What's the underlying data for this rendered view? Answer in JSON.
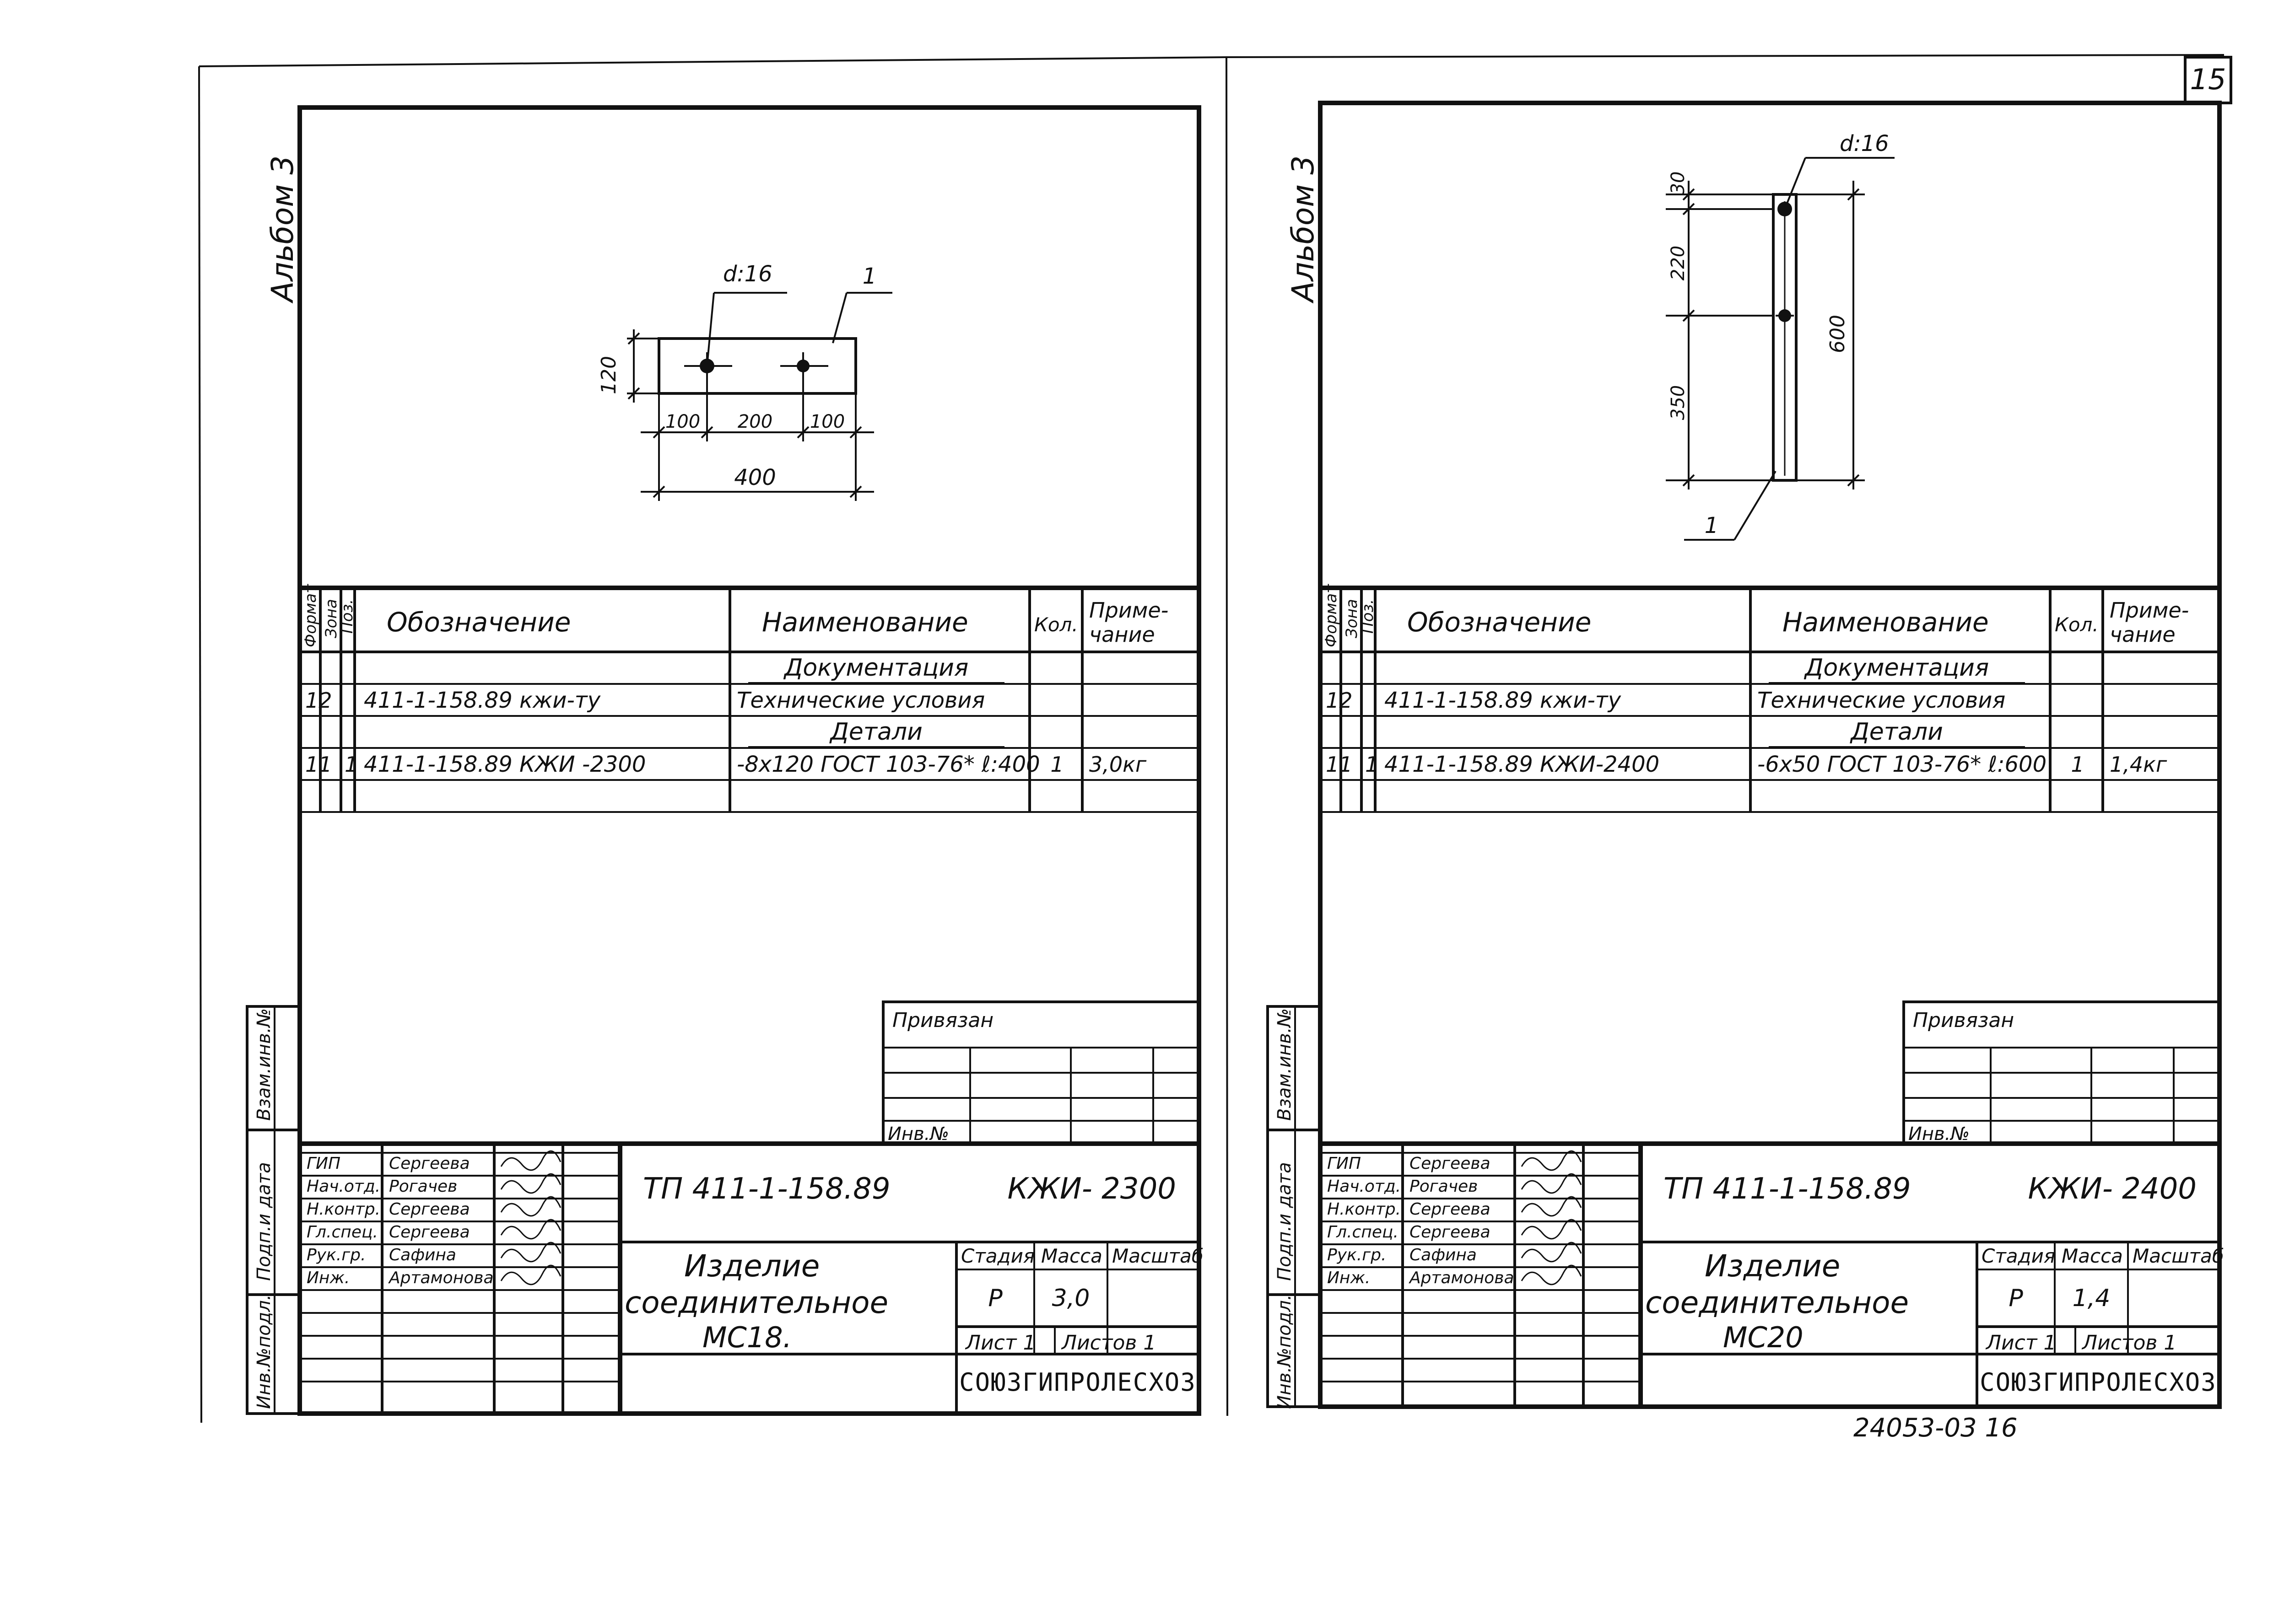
{
  "page_number": "15",
  "footer_code": "24053-03 16",
  "sheets": [
    {
      "id": "left",
      "album": "Альбом 3",
      "drawing": {
        "diameter": "d:16",
        "position_mark": "1",
        "dims": {
          "height": "120",
          "left": "100",
          "middle": "200",
          "right": "100",
          "total": "400"
        }
      },
      "spec": {
        "headers": {
          "format": "Формат",
          "zone": "Зона",
          "pos": "Поз.",
          "designation": "Обозначение",
          "name": "Наименование",
          "qty": "Кол.",
          "note": "Приме-\nчание"
        },
        "rows": [
          {
            "format": "",
            "pos": "",
            "designation": "",
            "name": "Документация",
            "qty": "",
            "note": "",
            "heading": true
          },
          {
            "format": "12",
            "pos": "",
            "designation": "411-1-158.89   кжи-ту",
            "name": "Технические условия",
            "qty": "",
            "note": ""
          },
          {
            "format": "",
            "pos": "",
            "designation": "",
            "name": "Детали",
            "qty": "",
            "note": "",
            "heading": true
          },
          {
            "format": "11",
            "pos": "1",
            "designation": "411-1-158.89  КЖИ -2300",
            "name": "-8х120 ГОСТ 103-76* ℓ:400",
            "qty": "1",
            "note": "3,0кг"
          },
          {
            "format": "",
            "pos": "",
            "designation": "",
            "name": "",
            "qty": "",
            "note": ""
          }
        ]
      },
      "binding": {
        "title": "Привязан",
        "inv": "Инв.№"
      },
      "side_labels": [
        "Взам.инв.№",
        "Подп.и дата",
        "Инв.№подл."
      ],
      "signatures": [
        {
          "role": "ГИП",
          "name": "Сергеева"
        },
        {
          "role": "Нач.отд.",
          "name": "Рогачев"
        },
        {
          "role": "Н.контр.",
          "name": "Сергеева"
        },
        {
          "role": "Гл.спец.",
          "name": "Сергеева"
        },
        {
          "role": "Рук.гр.",
          "name": "Сафина"
        },
        {
          "role": "Инж.",
          "name": "Артамонова"
        }
      ],
      "title_block": {
        "project": "ТП 411-1-158.89",
        "code": "КЖИ- 2300",
        "title_lines": [
          "Изделие",
          "соединительное",
          "МС18."
        ],
        "stage_label": "Стадия",
        "mass_label": "Масса",
        "scale_label": "Масштаб",
        "stage": "Р",
        "mass": "3,0",
        "scale": "",
        "sheet": "Лист 1",
        "sheets": "Листов 1",
        "org": "СОЮЗГИПРОЛЕСХОЗ"
      }
    },
    {
      "id": "right",
      "album": "Альбом 3",
      "drawing": {
        "diameter": "d:16",
        "position_mark": "1",
        "dims": {
          "top": "30",
          "middle": "220",
          "bottom": "350",
          "total": "600"
        }
      },
      "spec": {
        "headers": {
          "format": "Формат",
          "zone": "Зона",
          "pos": "Поз.",
          "designation": "Обозначение",
          "name": "Наименование",
          "qty": "Кол.",
          "note": "Приме-\nчание"
        },
        "rows": [
          {
            "format": "",
            "pos": "",
            "designation": "",
            "name": "Документация",
            "qty": "",
            "note": "",
            "heading": true
          },
          {
            "format": "12",
            "pos": "",
            "designation": "411-1-158.89     кжи-ту",
            "name": "Технические условия",
            "qty": "",
            "note": ""
          },
          {
            "format": "",
            "pos": "",
            "designation": "",
            "name": "Детали",
            "qty": "",
            "note": "",
            "heading": true
          },
          {
            "format": "11",
            "pos": "1",
            "designation": "411-1-158.89  КЖИ-2400",
            "name": "-6х50 ГОСТ 103-76* ℓ:600",
            "qty": "1",
            "note": "1,4кг"
          },
          {
            "format": "",
            "pos": "",
            "designation": "",
            "name": "",
            "qty": "",
            "note": ""
          }
        ]
      },
      "binding": {
        "title": "Привязан",
        "inv": "Инв.№"
      },
      "side_labels": [
        "Взам.инв.№",
        "Подп.и дата",
        "Инв.№подл."
      ],
      "signatures": [
        {
          "role": "ГИП",
          "name": "Сергеева"
        },
        {
          "role": "Нач.отд.",
          "name": "Рогачев"
        },
        {
          "role": "Н.контр.",
          "name": "Сергеева"
        },
        {
          "role": "Гл.спец.",
          "name": "Сергеева"
        },
        {
          "role": "Рук.гр.",
          "name": "Сафина"
        },
        {
          "role": "Инж.",
          "name": "Артамонова"
        }
      ],
      "title_block": {
        "project": "ТП 411-1-158.89",
        "code": "КЖИ- 2400",
        "title_lines": [
          "Изделие",
          "соединительное",
          "МС20"
        ],
        "stage_label": "Стадия",
        "mass_label": "Масса",
        "scale_label": "Масштаб",
        "stage": "Р",
        "mass": "1,4",
        "scale": "",
        "sheet": "Лист 1",
        "sheets": "Листов 1",
        "org": "СОЮЗГИПРОЛЕСХОЗ"
      }
    }
  ]
}
